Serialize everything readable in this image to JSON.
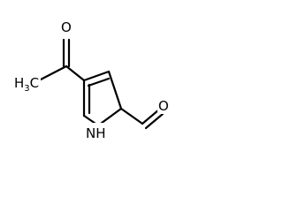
{
  "molecule": {
    "atoms": {
      "methyl": {
        "main": "H",
        "sub": "3",
        "tail": "C"
      },
      "ketone_oxygen": "O",
      "ring_nitrogen": "NH",
      "aldehyde_oxygen": "O"
    },
    "colors": {
      "bond": "#000000",
      "label": "#000000",
      "background": "#ffffff"
    }
  }
}
